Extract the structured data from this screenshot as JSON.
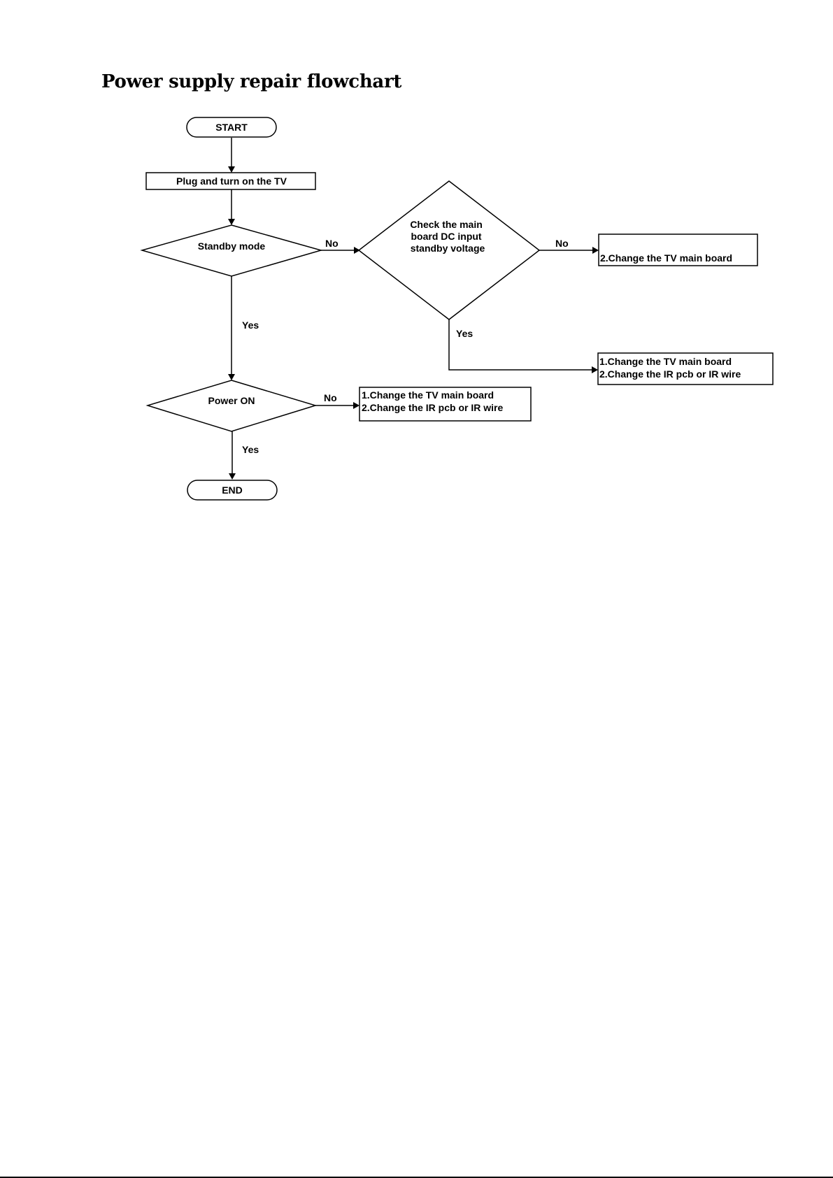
{
  "title": "Power supply repair flowchart",
  "flowchart": {
    "start": "START",
    "end": "END",
    "step_plug": "Plug and turn on the TV",
    "decision_standby": "Standby mode",
    "decision_check": [
      "Check the main",
      "board DC input",
      "standby voltage"
    ],
    "decision_power": "Power ON",
    "action_change_board": "2.Change the TV main board",
    "action_ir_right": [
      "1.Change the TV main board",
      "2.Change the IR pcb or IR wire"
    ],
    "action_ir_middle": [
      "1.Change the TV main board",
      "2.Change the IR pcb or IR wire"
    ],
    "edge_labels": {
      "standby_no": "No",
      "standby_yes": "Yes",
      "check_no": "No",
      "check_yes": "Yes",
      "power_no": "No",
      "power_yes": "Yes"
    }
  }
}
